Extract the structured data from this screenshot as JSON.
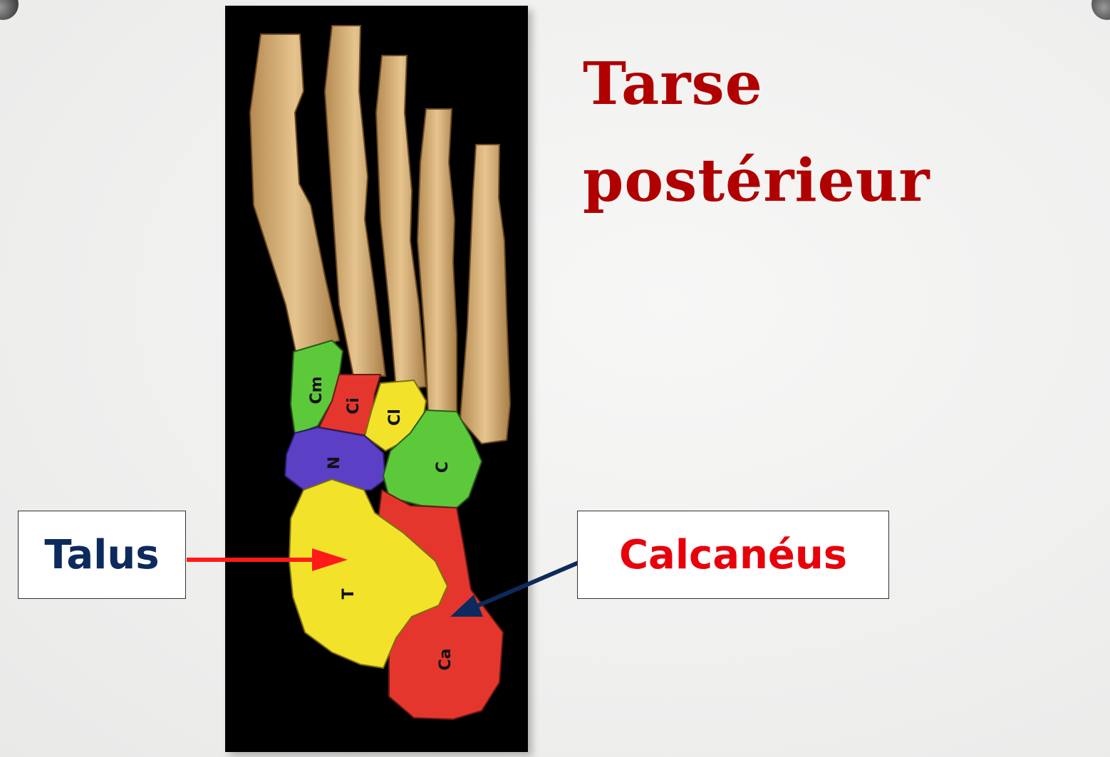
{
  "title": {
    "line1": "Tarse",
    "line2": "postérieur"
  },
  "labels": {
    "talus": "Talus",
    "calcaneus": "Calcanéus"
  },
  "bone_labels": {
    "cm": "Cm",
    "ci1": "Ci",
    "ci2": "Cl",
    "n": "N",
    "c": "C",
    "t": "T",
    "ca": "Ca"
  },
  "colors": {
    "title": "#b00000",
    "talus_label": "#0d2a5c",
    "calcaneus_label": "#e8000b",
    "talus_arrow": "#ff1a1a",
    "calcaneus_arrow": "#0d2a5c",
    "bone_yellow": "#f2e22a",
    "bone_red": "#e5362e",
    "bone_green": "#5cc93a",
    "bone_purple": "#5b3fc4",
    "bone_tan": "#d9b47c"
  }
}
